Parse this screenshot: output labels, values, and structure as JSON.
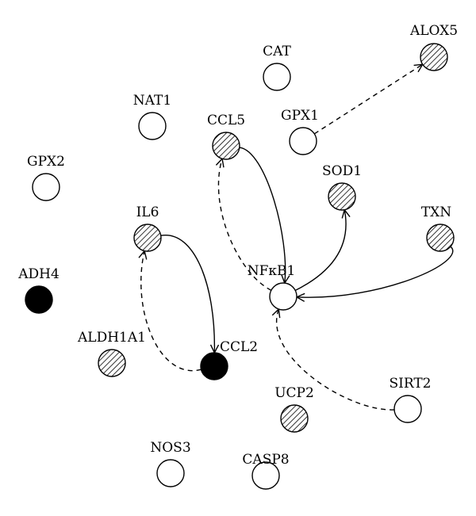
{
  "legend_fills": {
    "white": "#ffffff",
    "hatched": "hatch",
    "black": "#000000"
  },
  "nodes": [
    {
      "id": "ALOX5",
      "label": "ALOX5",
      "fill": "hatched"
    },
    {
      "id": "CAT",
      "label": "CAT",
      "fill": "white"
    },
    {
      "id": "NAT1",
      "label": "NAT1",
      "fill": "white"
    },
    {
      "id": "CCL5",
      "label": "CCL5",
      "fill": "hatched"
    },
    {
      "id": "GPX1",
      "label": "GPX1",
      "fill": "white"
    },
    {
      "id": "GPX2",
      "label": "GPX2",
      "fill": "white"
    },
    {
      "id": "SOD1",
      "label": "SOD1",
      "fill": "hatched"
    },
    {
      "id": "TXN",
      "label": "TXN",
      "fill": "hatched"
    },
    {
      "id": "IL6",
      "label": "IL6",
      "fill": "hatched"
    },
    {
      "id": "NFKB1",
      "label": "NFκB1",
      "fill": "white"
    },
    {
      "id": "ADH4",
      "label": "ADH4",
      "fill": "black"
    },
    {
      "id": "ALDH1A1",
      "label": "ALDH1A1",
      "fill": "hatched"
    },
    {
      "id": "CCL2",
      "label": "CCL2",
      "fill": "black"
    },
    {
      "id": "SIRT2",
      "label": "SIRT2",
      "fill": "white"
    },
    {
      "id": "UCP2",
      "label": "UCP2",
      "fill": "hatched"
    },
    {
      "id": "NOS3",
      "label": "NOS3",
      "fill": "white"
    },
    {
      "id": "CASP8",
      "label": "CASP8",
      "fill": "white"
    }
  ],
  "edges": [
    {
      "from": "GPX1",
      "to": "ALOX5",
      "style": "dashed"
    },
    {
      "from": "CCL5",
      "to": "NFKB1",
      "style": "solid"
    },
    {
      "from": "NFKB1",
      "to": "CCL5",
      "style": "dashed"
    },
    {
      "from": "NFKB1",
      "to": "SOD1",
      "style": "solid"
    },
    {
      "from": "TXN",
      "to": "NFKB1",
      "style": "solid"
    },
    {
      "from": "IL6",
      "to": "CCL2",
      "style": "solid"
    },
    {
      "from": "CCL2",
      "to": "IL6",
      "style": "dashed"
    },
    {
      "from": "SIRT2",
      "to": "NFKB1",
      "style": "dashed"
    }
  ]
}
